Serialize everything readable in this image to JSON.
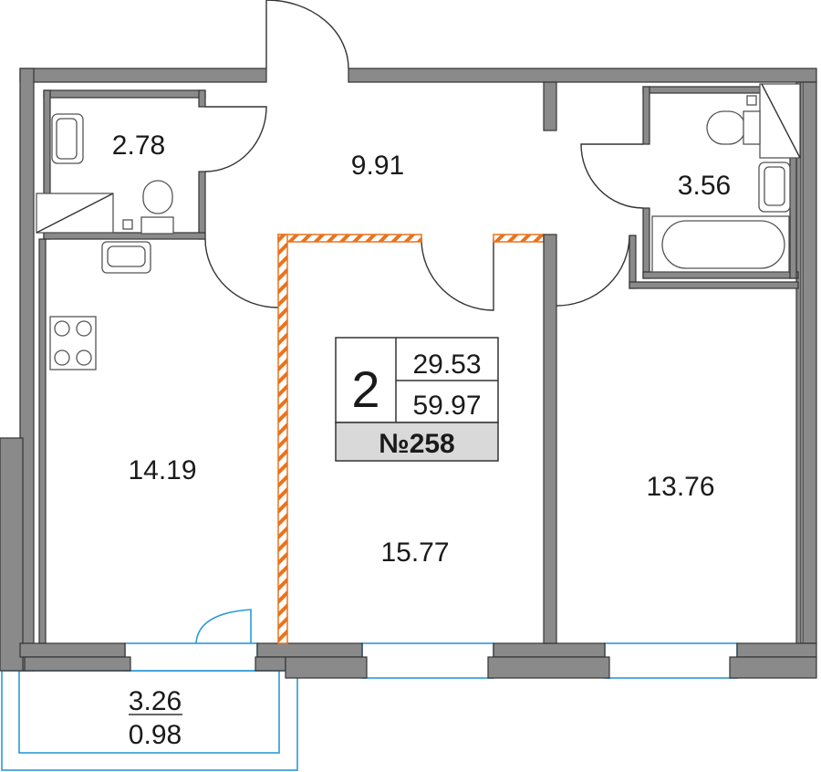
{
  "plan": {
    "rooms": [
      {
        "id": "bathroom-1",
        "area": "2.78"
      },
      {
        "id": "hall",
        "area": "9.91"
      },
      {
        "id": "bathroom-2",
        "area": "3.56"
      },
      {
        "id": "kitchen",
        "area": "14.19"
      },
      {
        "id": "room-1",
        "area": "15.77"
      },
      {
        "id": "room-2",
        "area": "13.76"
      }
    ],
    "balcony": {
      "area": "3.26",
      "reduced_area": "0.98"
    },
    "summary": {
      "rooms_count": "2",
      "living_area": "29.53",
      "total_area": "59.97",
      "apartment_number": "№258"
    },
    "colors": {
      "wall": "#8a8a8a",
      "window": "#2a9ad6",
      "partition": "#e8731e",
      "label_bg": "#d9d9d9"
    }
  }
}
